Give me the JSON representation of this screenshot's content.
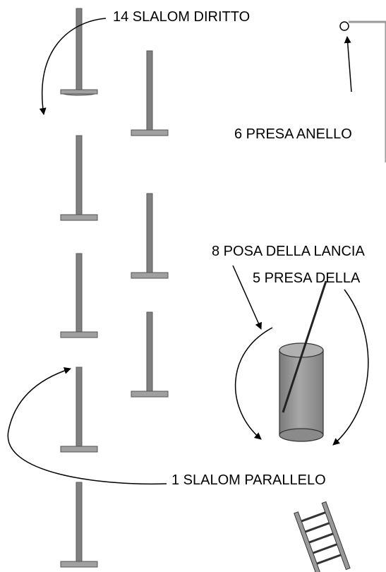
{
  "labels": {
    "slalom_diritto": "14 SLALOM DIRITTO",
    "presa_anello": "6 PRESA  ANELLO",
    "posa_lancia": "8 POSA DELLA LANCIA",
    "presa_della": "5 PRESA DELLA",
    "slalom_parallelo": "1 SLALOM PARALLELO"
  },
  "icons": {
    "pole": "slalom-pole-icon",
    "cylinder": "cylinder-stand-icon",
    "lance": "lance-icon",
    "ring": "ring-icon",
    "ladder": "ladder-icon"
  },
  "colors": {
    "pole_fill": "#808080",
    "pole_stroke": "#555555",
    "cylinder_fill": "#9a9a9a",
    "line": "#000000"
  }
}
